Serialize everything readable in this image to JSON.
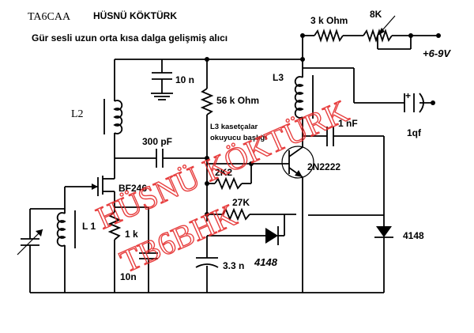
{
  "header": {
    "callsign": "TA6CAA",
    "author": "HÜSNÜ KÖKTÜRK",
    "subtitle": "Gür sesli uzun orta kısa dalga gelişmiş alıcı"
  },
  "components": {
    "r_top": "3 k Ohm",
    "pot": "8K",
    "supply": "+6-9V",
    "l3": "L3",
    "c_bypass": "10 n",
    "r_56k": "56 k Ohm",
    "l2": "L2",
    "l3_note_1": "L3  kasetçalar",
    "l3_note_2": "okuyucu başlığı",
    "c_300p": "300 pF",
    "c_1n": "1 nF",
    "earphone": "1qf",
    "fet": "BF246",
    "transistor": "2N2222",
    "r_2k2": "2K2",
    "r_27k": "27K",
    "l1": "L 1",
    "r_1k": "1 k",
    "c_3n3": "3.3 n",
    "diode_1": "4148",
    "diode_2": "4148",
    "c_10n_bottom": "10n"
  },
  "watermark": {
    "line_1": "HÜSNÜ KÖKTÜRK",
    "line_2": "TB6BHK"
  }
}
